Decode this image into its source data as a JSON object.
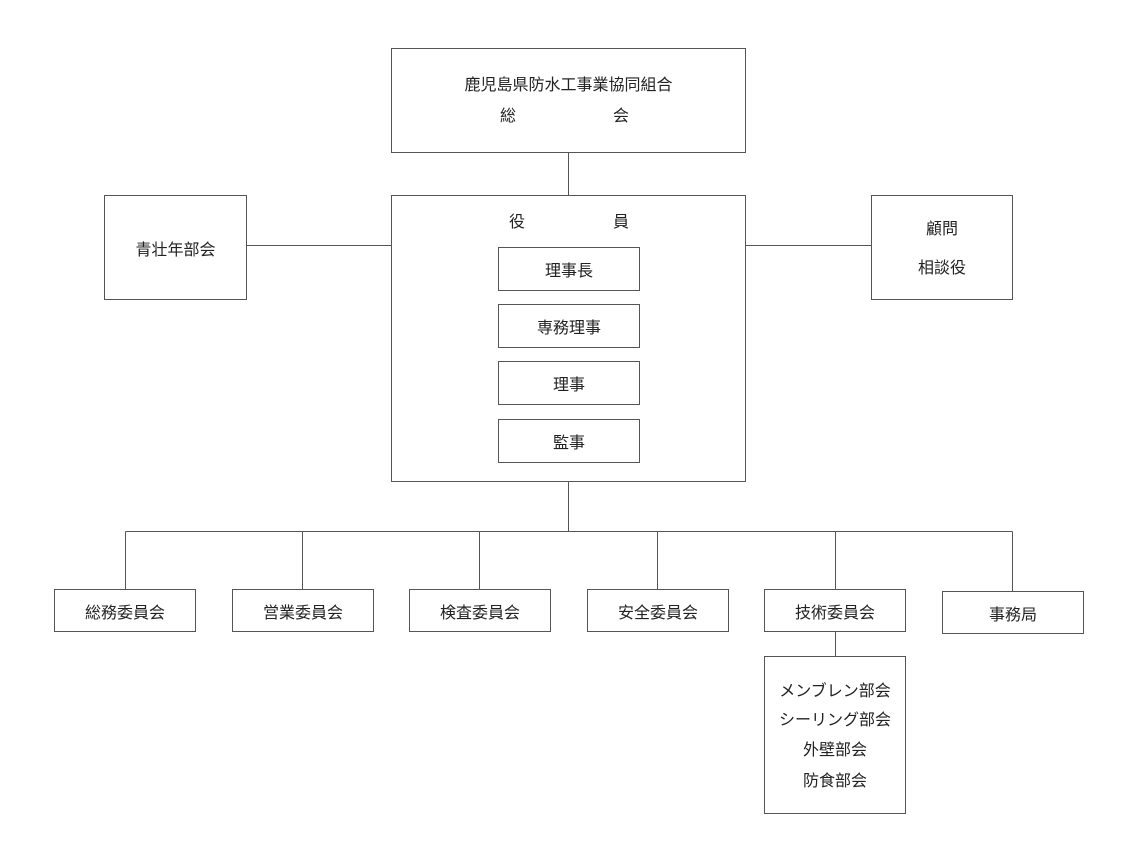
{
  "general_assembly": {
    "org_name": "鹿児島県防水工事業協同組合",
    "left": "総",
    "right": "会"
  },
  "officers": {
    "left": "役",
    "right": "員",
    "roles": [
      "理事長",
      "専務理事",
      "理事",
      "監事"
    ]
  },
  "youth": {
    "label": "青壮年部会"
  },
  "advisors": {
    "line1": "顧問",
    "line2": "相談役"
  },
  "committees": [
    "総務委員会",
    "営業委員会",
    "検査委員会",
    "安全委員会",
    "技術委員会",
    "事務局"
  ],
  "subcommittees": [
    "メンブレン部会",
    "シーリング部会",
    "外壁部会",
    "防食部会"
  ],
  "colors": {
    "line": "#555555",
    "text": "#222222"
  }
}
